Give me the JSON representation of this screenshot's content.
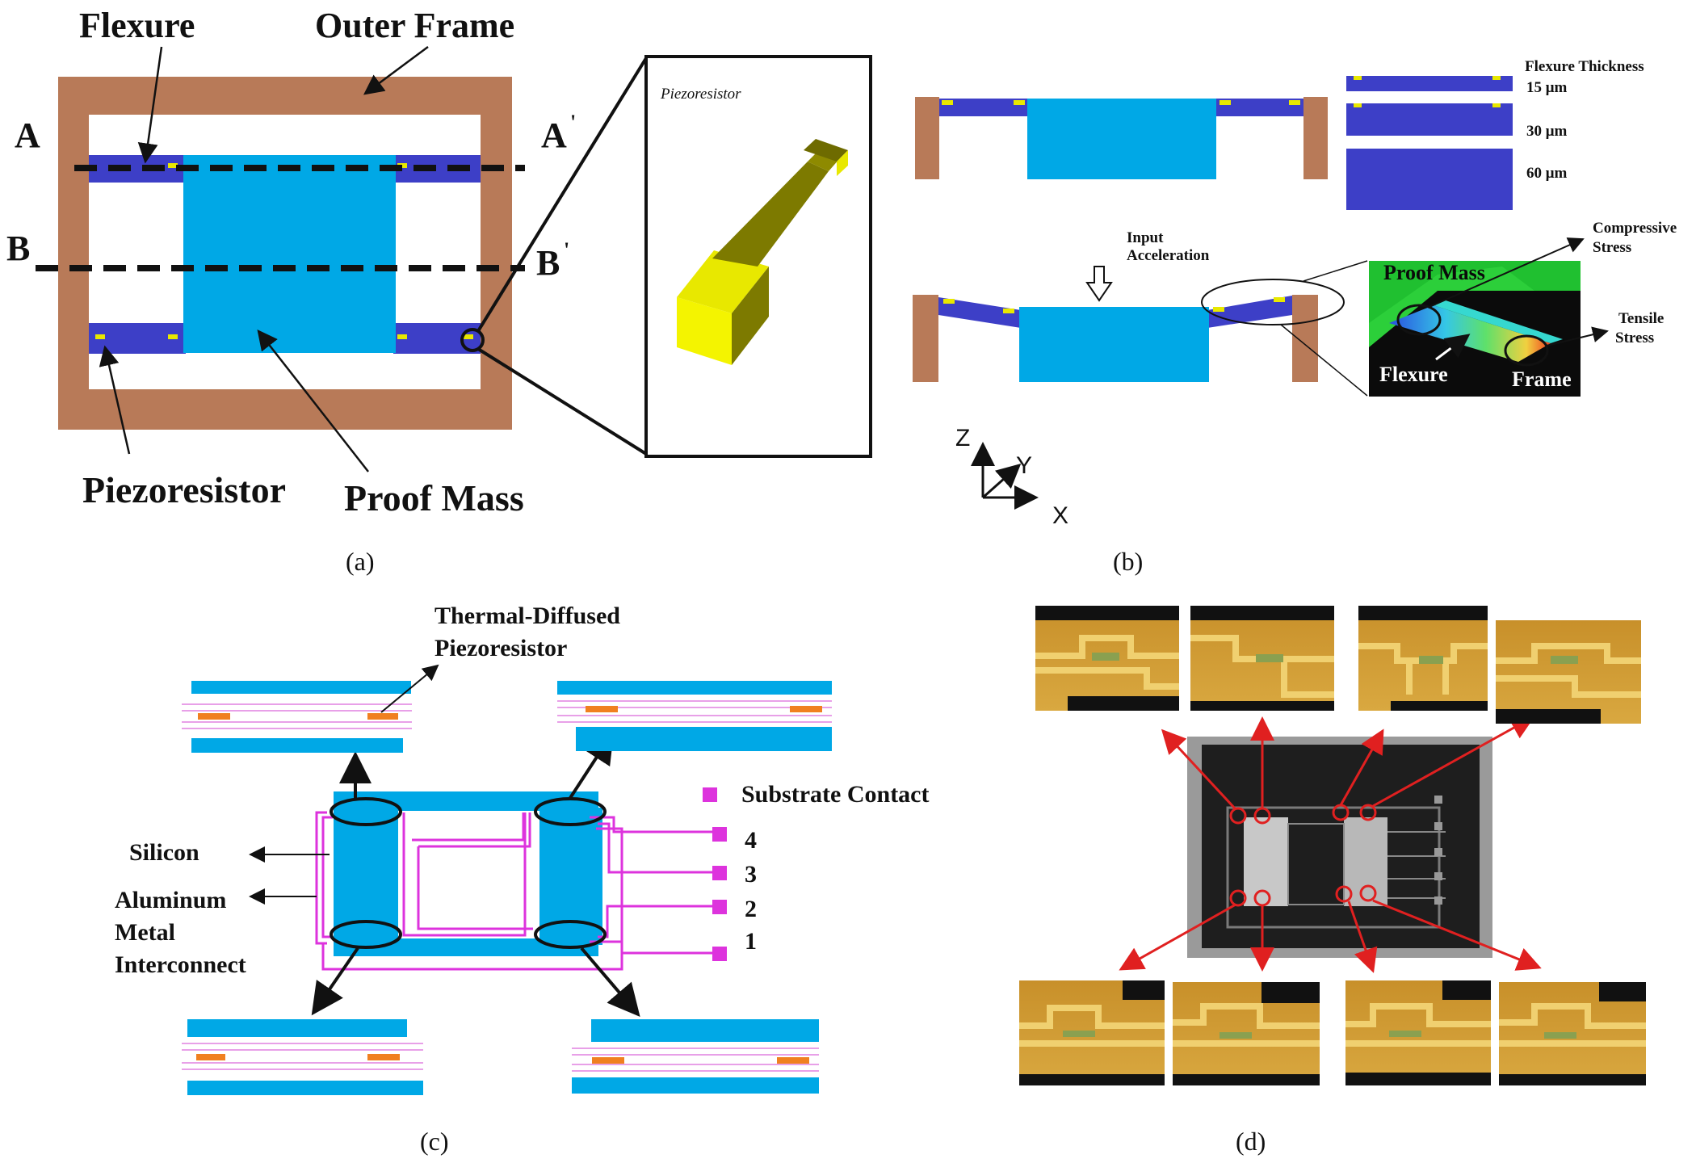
{
  "panel_a": {
    "caption": "(a)",
    "labels": {
      "flexure": "Flexure",
      "outer_frame": "Outer Frame",
      "a": "A",
      "a_prime": "A",
      "a_prime_mark": "'",
      "b": "B",
      "b_prime": "B",
      "b_prime_mark": "'",
      "piezoresistor": "Piezoresistor",
      "proof_mass": "Proof Mass",
      "inset_title": "Piezoresistor"
    },
    "colors": {
      "frame": "#b87a58",
      "flexure": "#3d3fc7",
      "mass": "#00a8e6",
      "resistor": "#e8e800",
      "resistor_3d": "#7d7a00"
    }
  },
  "panel_b": {
    "caption": "(b)",
    "labels": {
      "flexure_thickness": "Flexure Thickness",
      "t15": "15 μm",
      "t30": "30 μm",
      "t60": "60 μm",
      "input_accel_1": "Input",
      "input_accel_2": "Acceleration",
      "compressive_1": "Compressive",
      "compressive_2": "Stress",
      "tensile_1": "Tensile",
      "tensile_2": "Stress",
      "proof_mass": "Proof Mass",
      "flexure": "Flexure",
      "frame": "Frame",
      "axis_z": "Z",
      "axis_y": "Y",
      "axis_x": "X"
    }
  },
  "panel_c": {
    "caption": "(c)",
    "labels": {
      "thermal_1": "Thermal-Diffused",
      "thermal_2": "Piezoresistor",
      "substrate_contact": "Substrate Contact",
      "silicon": "Silicon",
      "aluminum_1": "Aluminum",
      "aluminum_2": "Metal",
      "aluminum_3": "Interconnect",
      "pad4": "4",
      "pad3": "3",
      "pad2": "2",
      "pad1": "1"
    },
    "colors": {
      "silicon": "#00a8e6",
      "metal": "#dd33dd",
      "diffused": "#f08020"
    }
  },
  "panel_d": {
    "caption": "(d)"
  }
}
